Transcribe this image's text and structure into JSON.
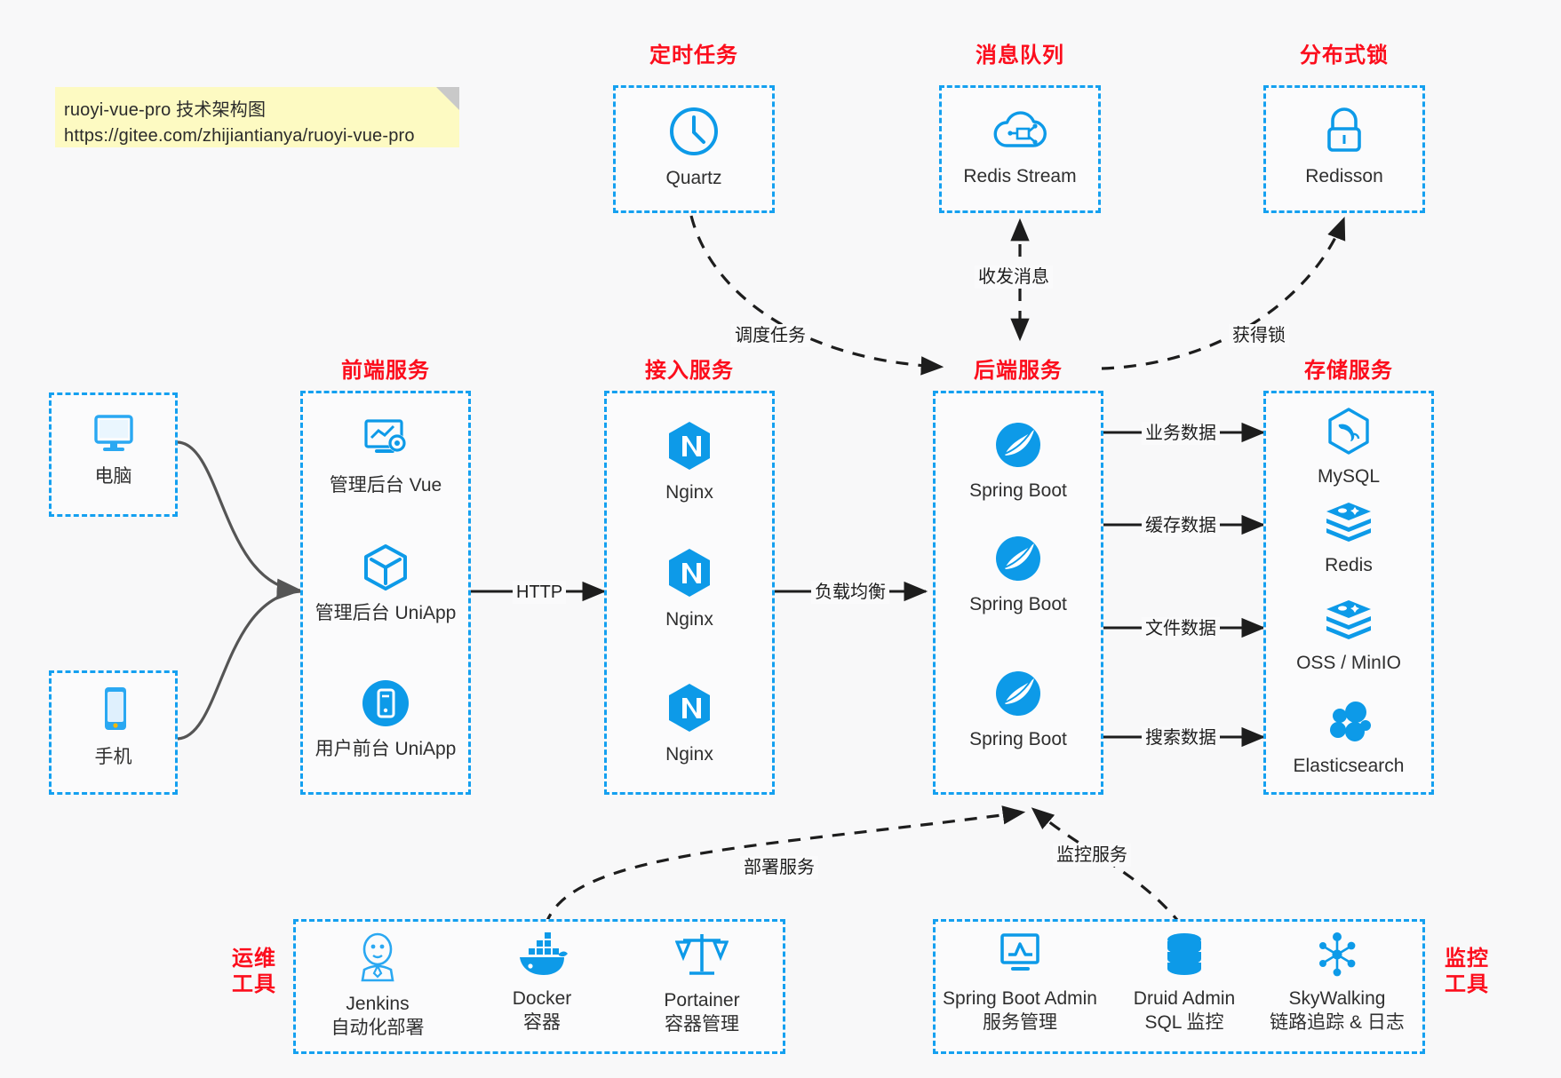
{
  "note": {
    "line1": "ruoyi-vue-pro 技术架构图",
    "line2": "https://gitee.com/zhijiantianya/ruoyi-vue-pro"
  },
  "colors": {
    "accent_blue": "#14a0f0",
    "icon_blue": "#0d9ae8",
    "title_red": "#fc0d1c",
    "background": "#f8f8f9",
    "note_yellow": "#fdfac2",
    "arrow_dark": "#1d1d1d",
    "curve_gray": "#4d4d4d"
  },
  "groups": {
    "scheduler": {
      "title": "定时任务",
      "nodes": [
        {
          "label": "Quartz",
          "icon": "clock-icon"
        }
      ]
    },
    "message_queue": {
      "title": "消息队列",
      "nodes": [
        {
          "label": "Redis Stream",
          "icon": "cloud-network-icon"
        }
      ]
    },
    "distributed_lock": {
      "title": "分布式锁",
      "nodes": [
        {
          "label": "Redisson",
          "icon": "lock-icon"
        }
      ]
    },
    "clients": {
      "nodes": [
        {
          "label": "电脑",
          "icon": "desktop-monitor-icon"
        },
        {
          "label": "手机",
          "icon": "mobile-phone-icon"
        }
      ]
    },
    "frontend": {
      "title": "前端服务",
      "nodes": [
        {
          "label": "管理后台 Vue",
          "icon": "dashboard-settings-icon"
        },
        {
          "label": "管理后台 UniApp",
          "icon": "cube-icon"
        },
        {
          "label": "用户前台 UniApp",
          "icon": "phone-circle-icon"
        }
      ]
    },
    "gateway": {
      "title": "接入服务",
      "nodes": [
        {
          "label": "Nginx",
          "icon": "nginx-icon"
        },
        {
          "label": "Nginx",
          "icon": "nginx-icon"
        },
        {
          "label": "Nginx",
          "icon": "nginx-icon"
        }
      ]
    },
    "backend": {
      "title": "后端服务",
      "nodes": [
        {
          "label": "Spring Boot",
          "icon": "spring-boot-icon"
        },
        {
          "label": "Spring Boot",
          "icon": "spring-boot-icon"
        },
        {
          "label": "Spring Boot",
          "icon": "spring-boot-icon"
        }
      ]
    },
    "storage": {
      "title": "存储服务",
      "nodes": [
        {
          "label": "MySQL",
          "icon": "mysql-dolphin-icon"
        },
        {
          "label": "Redis",
          "icon": "redis-stack-icon"
        },
        {
          "label": "OSS / MinIO",
          "icon": "redis-stack-icon"
        },
        {
          "label": "Elasticsearch",
          "icon": "elasticsearch-icon"
        }
      ]
    },
    "devops": {
      "title": "运维\n工具",
      "title_lines": [
        "运维",
        "工具"
      ],
      "nodes": [
        {
          "label": "Jenkins",
          "label2": "自动化部署",
          "icon": "jenkins-butler-icon"
        },
        {
          "label": "Docker",
          "label2": "容器",
          "icon": "docker-whale-icon"
        },
        {
          "label": "Portainer",
          "label2": "容器管理",
          "icon": "scales-icon"
        }
      ]
    },
    "monitoring": {
      "title_lines": [
        "监控",
        "工具"
      ],
      "nodes": [
        {
          "label": "Spring Boot Admin",
          "label2": "服务管理",
          "icon": "monitor-chart-icon"
        },
        {
          "label": "Druid Admin",
          "label2": "SQL 监控",
          "icon": "database-icon"
        },
        {
          "label": "SkyWalking",
          "label2": "链路追踪 & 日志",
          "icon": "skywalking-node-icon"
        }
      ]
    }
  },
  "edges": {
    "schedule_task": "调度任务",
    "send_receive_message": "收发消息",
    "acquire_lock": "获得锁",
    "http": "HTTP",
    "load_balance": "负载均衡",
    "business_data": "业务数据",
    "cache_data": "缓存数据",
    "file_data": "文件数据",
    "search_data": "搜索数据",
    "deploy_service": "部署服务",
    "monitor_service": "监控服务"
  }
}
